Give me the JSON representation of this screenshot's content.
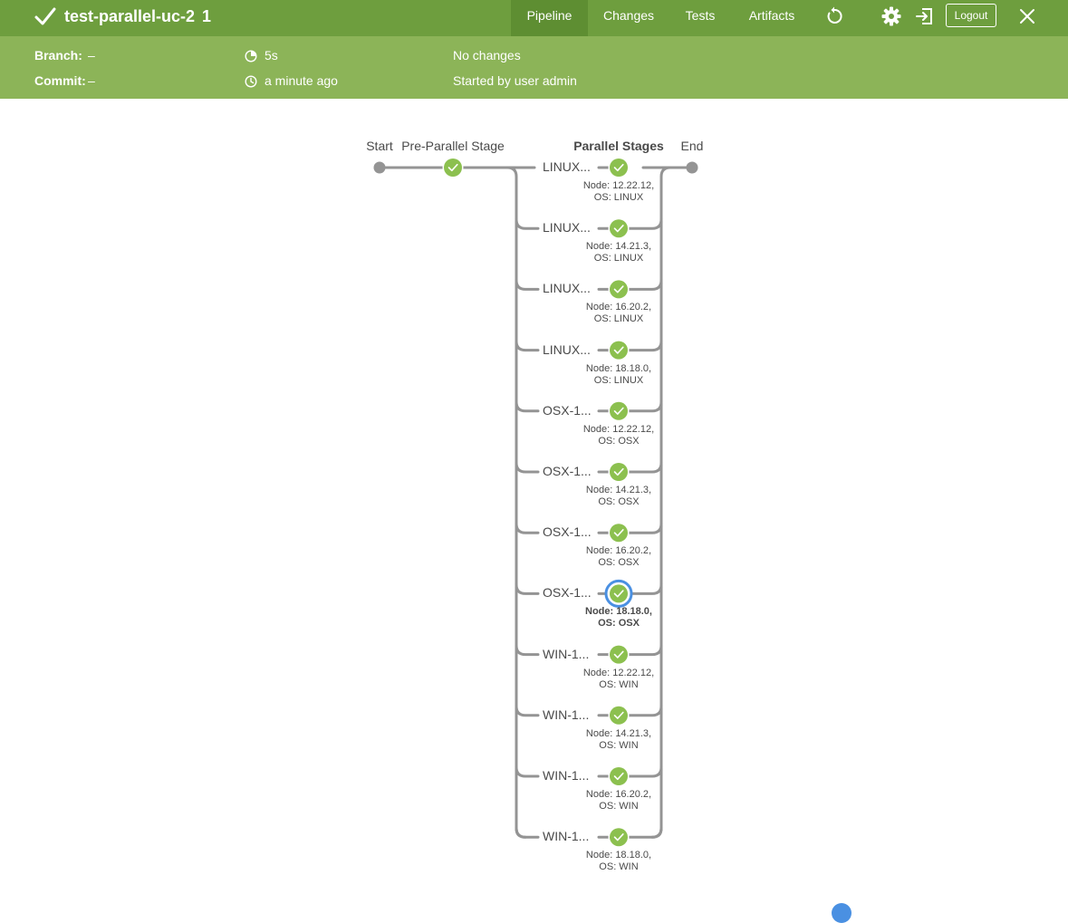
{
  "header": {
    "job_name": "test-parallel-uc-2",
    "run_number": "1",
    "tabs": [
      {
        "label": "Pipeline",
        "active": true
      },
      {
        "label": "Changes",
        "active": false
      },
      {
        "label": "Tests",
        "active": false
      },
      {
        "label": "Artifacts",
        "active": false
      }
    ],
    "logout_label": "Logout",
    "icons": [
      "checkmark-icon",
      "replay-icon",
      "gear-icon",
      "exit-icon",
      "close-icon"
    ]
  },
  "summary": {
    "branch_label": "Branch:",
    "branch_value": "–",
    "commit_label": "Commit:",
    "commit_value": "–",
    "duration": "5s",
    "started_ago": "a minute ago",
    "changes": "No changes",
    "started_by": "Started by user admin"
  },
  "pipeline": {
    "start_label": "Start",
    "end_label": "End",
    "pre_stage": {
      "label": "Pre-Parallel Stage",
      "status": "success"
    },
    "parallel_header": "Parallel Stages",
    "parallel_stages": [
      {
        "label": "LINUX...",
        "caption_line1": "Node: 12.22.12,",
        "caption_line2": "OS: LINUX",
        "status": "success",
        "selected": false
      },
      {
        "label": "LINUX...",
        "caption_line1": "Node: 14.21.3,",
        "caption_line2": "OS: LINUX",
        "status": "success",
        "selected": false
      },
      {
        "label": "LINUX...",
        "caption_line1": "Node: 16.20.2,",
        "caption_line2": "OS: LINUX",
        "status": "success",
        "selected": false
      },
      {
        "label": "LINUX...",
        "caption_line1": "Node: 18.18.0,",
        "caption_line2": "OS: LINUX",
        "status": "success",
        "selected": false
      },
      {
        "label": "OSX-1...",
        "caption_line1": "Node: 12.22.12,",
        "caption_line2": "OS: OSX",
        "status": "success",
        "selected": false
      },
      {
        "label": "OSX-1...",
        "caption_line1": "Node: 14.21.3,",
        "caption_line2": "OS: OSX",
        "status": "success",
        "selected": false
      },
      {
        "label": "OSX-1...",
        "caption_line1": "Node: 16.20.2,",
        "caption_line2": "OS: OSX",
        "status": "success",
        "selected": false
      },
      {
        "label": "OSX-1...",
        "caption_line1": "Node: 18.18.0,",
        "caption_line2": "OS: OSX",
        "status": "success",
        "selected": true
      },
      {
        "label": "WIN-1...",
        "caption_line1": "Node: 12.22.12,",
        "caption_line2": "OS: WIN",
        "status": "success",
        "selected": false
      },
      {
        "label": "WIN-1...",
        "caption_line1": "Node: 14.21.3,",
        "caption_line2": "OS: WIN",
        "status": "success",
        "selected": false
      },
      {
        "label": "WIN-1...",
        "caption_line1": "Node: 16.20.2,",
        "caption_line2": "OS: WIN",
        "status": "success",
        "selected": false
      },
      {
        "label": "WIN-1...",
        "caption_line1": "Node: 18.18.0,",
        "caption_line2": "OS: WIN",
        "status": "success",
        "selected": false
      }
    ]
  },
  "colors": {
    "header_bg": "#6e9e3e",
    "summary_bg": "#8cb458",
    "success": "#8cc04f",
    "line": "#949494",
    "selected_ring": "#4a90e2"
  }
}
